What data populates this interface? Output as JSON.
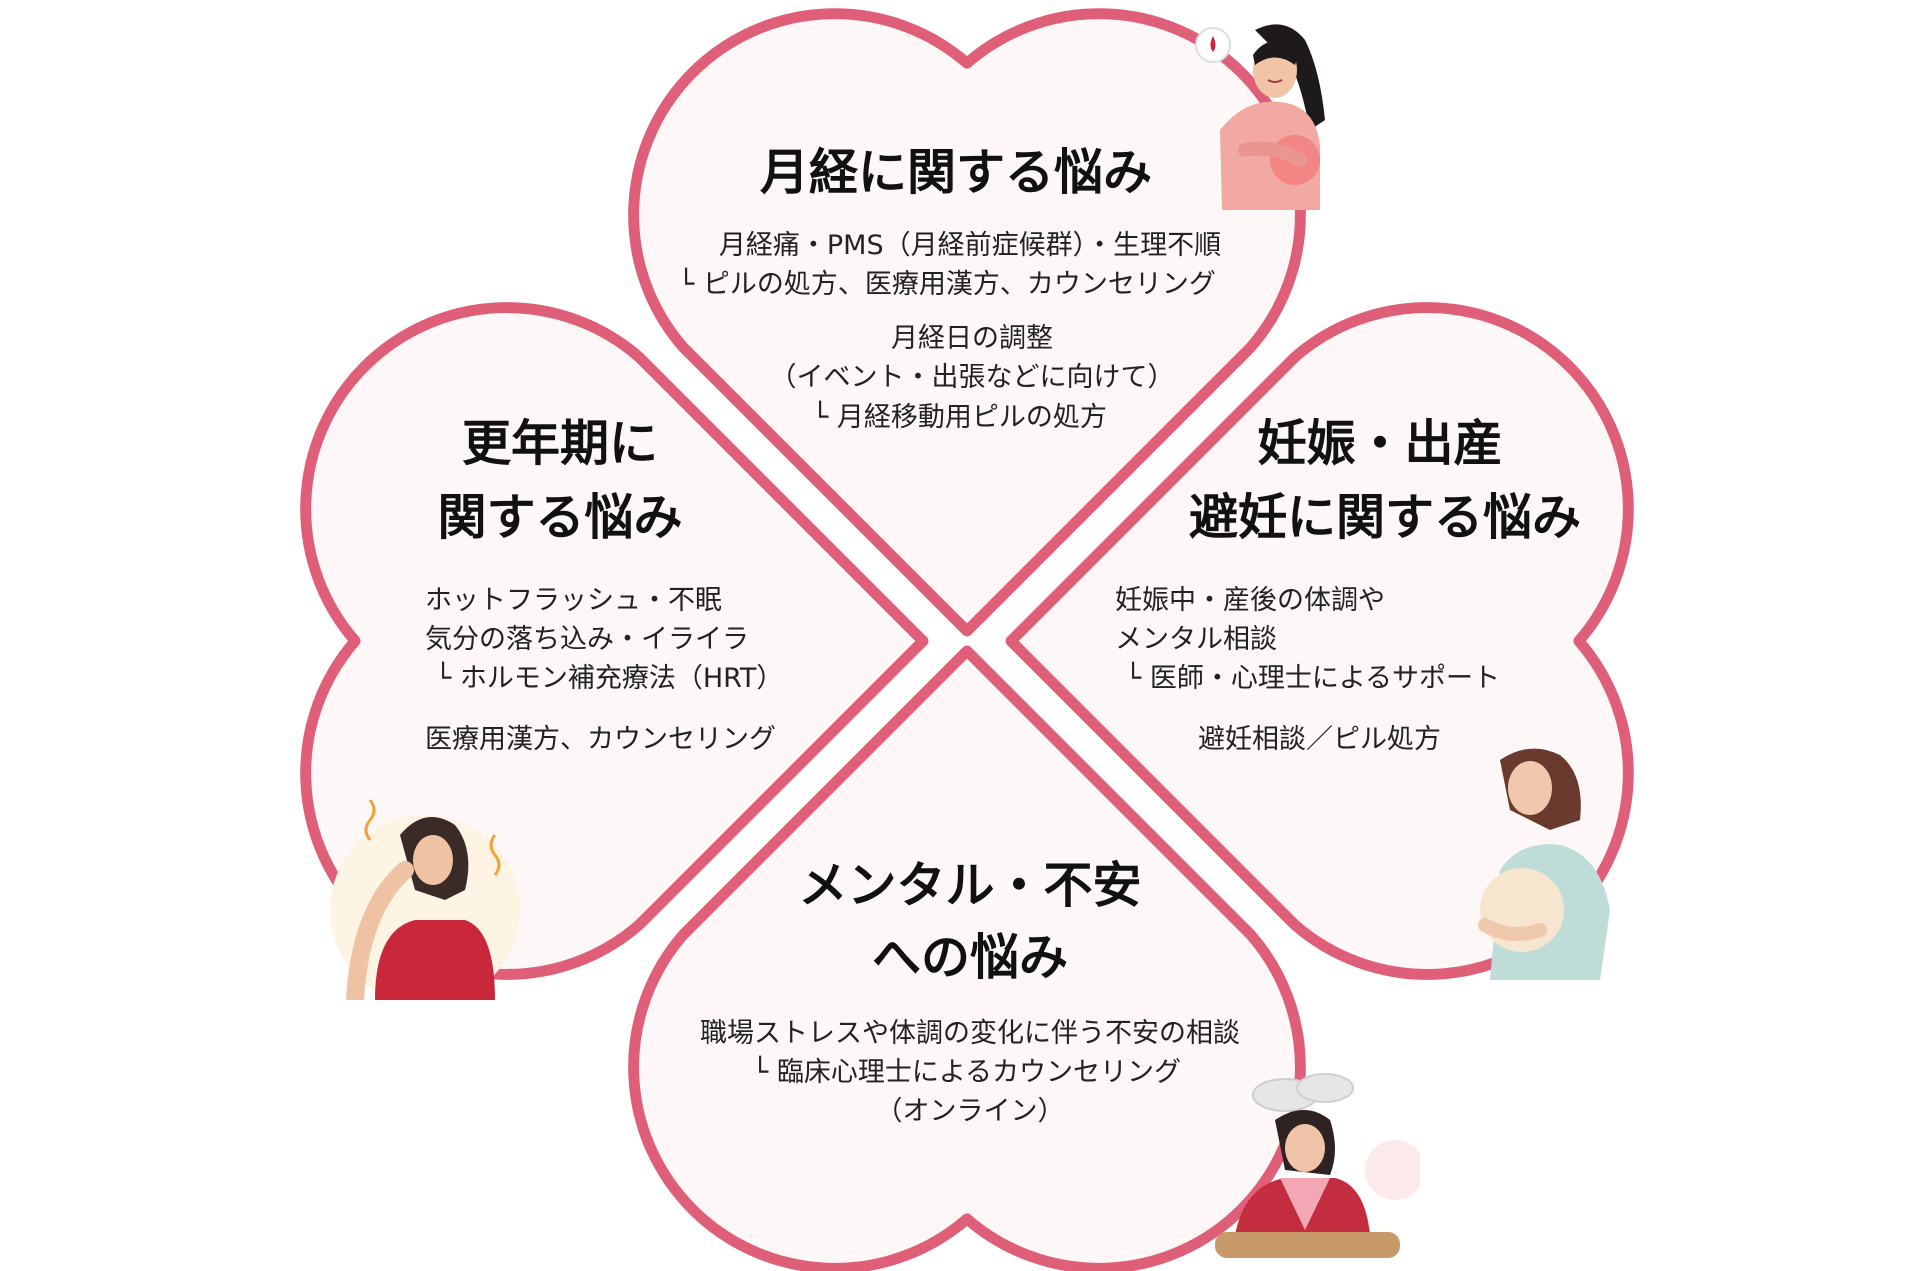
{
  "colors": {
    "heart_stroke": "#e05f78",
    "heart_fill": "#fdf7f7",
    "text": "#111111"
  },
  "sections": {
    "menstruation": {
      "title": "月経に関する悩み",
      "lines": [
        "月経痛・PMS（月経前症候群）・生理不順",
        "└ ピルの処方、医療用漢方、カウンセリング",
        "月経日の調整",
        "（イベント・出張などに向けて）",
        "└ 月経移動用ピルの処方"
      ]
    },
    "menopause": {
      "title_lines": [
        "更年期に",
        "関する悩み"
      ],
      "lines": [
        "ホットフラッシュ・不眠",
        "気分の落ち込み・イライラ",
        "└ ホルモン補充療法（HRT）",
        "医療用漢方、カウンセリング"
      ]
    },
    "pregnancy": {
      "title_lines": [
        "妊娠・出産",
        "避妊に関する悩み"
      ],
      "lines": [
        "妊娠中・産後の体調や",
        "メンタル相談",
        "└ 医師・心理士によるサポート",
        "避妊相談／ピル処方"
      ]
    },
    "mental": {
      "title_lines": [
        "メンタル・不安",
        "への悩み"
      ],
      "lines": [
        "職場ストレスや体調の変化に伴う不安の相談",
        "└ 臨床心理士によるカウンセリング",
        "（オンライン）"
      ]
    }
  },
  "icons": {
    "menstruation": "woman-period-pain-icon",
    "menopause": "woman-hot-flash-icon",
    "pregnancy": "pregnant-woman-icon",
    "mental": "stressed-woman-icon"
  }
}
